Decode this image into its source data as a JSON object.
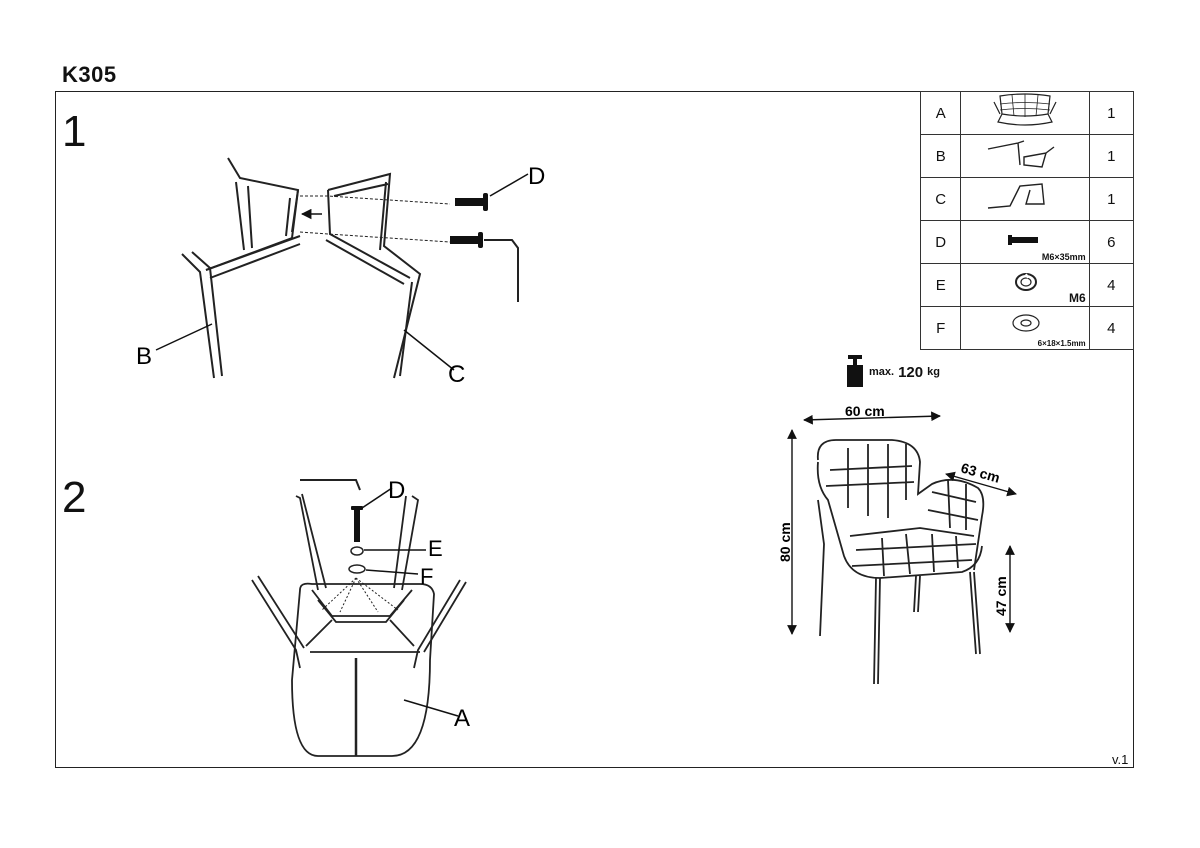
{
  "model": "K305",
  "steps": {
    "one": "1",
    "two": "2"
  },
  "version": "v.1",
  "parts": [
    {
      "label": "A",
      "icon": "seat-icon",
      "spec": "",
      "qty": "1"
    },
    {
      "label": "B",
      "icon": "leg-frame-b-icon",
      "spec": "",
      "qty": "1"
    },
    {
      "label": "C",
      "icon": "leg-frame-c-icon",
      "spec": "",
      "qty": "1"
    },
    {
      "label": "D",
      "icon": "bolt-icon",
      "spec": "M6×35mm",
      "qty": "6"
    },
    {
      "label": "E",
      "icon": "spring-washer-icon",
      "spec": "M6",
      "qty": "4"
    },
    {
      "label": "F",
      "icon": "flat-washer-icon",
      "spec": "6×18×1.5mm",
      "qty": "4"
    }
  ],
  "max_load": {
    "prefix": "max.",
    "value": "120",
    "unit": "kg"
  },
  "dimensions": {
    "width": "60 cm",
    "depth": "63 cm",
    "height": "80 cm",
    "seat_height": "47 cm"
  },
  "callouts": {
    "b": "B",
    "c": "C",
    "d": "D",
    "a": "A",
    "e": "E",
    "f": "F"
  }
}
